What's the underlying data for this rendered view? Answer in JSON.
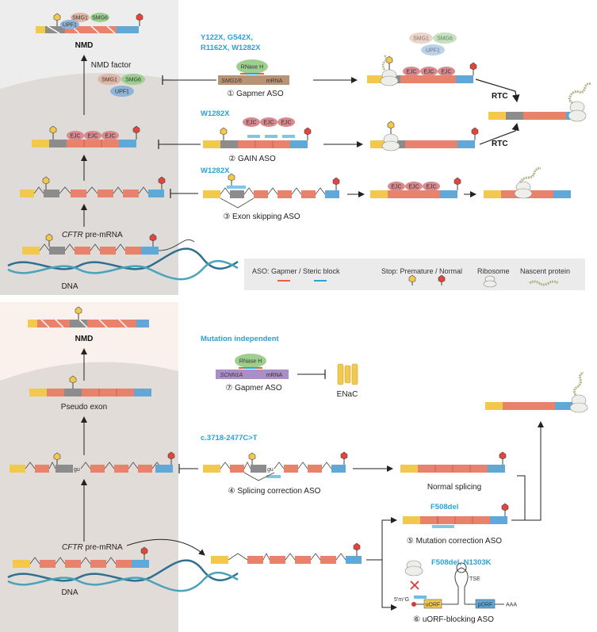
{
  "colors": {
    "yellow_exon": "#f2c94c",
    "gray_exon": "#8c8c8c",
    "orange_exon": "#e8826a",
    "blue_exon": "#5fa8d8",
    "ejc": "#d88a8e",
    "smg1": "#e0b7a6",
    "smg6": "#9ecf8f",
    "upf1": "#8fb4d8",
    "rnaseh": "#9ecf8f",
    "accent_text": "#2aa2d6",
    "top_bg": "#e6e6e6",
    "bottom_bg": "#f5ebe6"
  },
  "top": {
    "nmd_label": "NMD",
    "nmd_factor_label": "NMD factor",
    "smg1": "SMG1",
    "smg6": "SMG6",
    "upf1": "UPF1",
    "pre_mrna_label_italic": "CFTR",
    "pre_mrna_label_rest": " pre-mRNA",
    "dna_label": "DNA",
    "ejc": "EJC",
    "rtc_label": "RTC",
    "row1_mutations": "Y122X, G542X,",
    "row1_mutations_line2": "R1162X, W1282X",
    "rnaseh": "RNase H",
    "smg_target": "SMG1/6",
    "mrna": "mRNA",
    "gapmer_label": "① Gapmer ASO",
    "row2_mutations": "W1282X",
    "gain_label": "② GAIN ASO",
    "row3_mutations": "W1282X",
    "exon_skip_label": "③ Exon skipping ASO"
  },
  "legend": {
    "aso": "ASO: Gapmer / Steric block",
    "stop": "Stop: Premature / Normal",
    "ribosome": "Ribosome",
    "nascent": "Nascent protein"
  },
  "bottom": {
    "nmd_label": "NMD",
    "pseudo_exon_label": "Pseudo exon",
    "gu": "gu",
    "pre_mrna_label_italic": "CFTR",
    "pre_mrna_label_rest": " pre-mRNA",
    "dna_label": "DNA",
    "mutation_independent": "Mutation independent",
    "rnaseh": "RNase H",
    "scnn_target": "SCNN1A",
    "mrna": "mRNA",
    "gapmer7_label": "⑦ Gapmer ASO",
    "enac_label": "ENaC",
    "splice_mutation": "c.3718-2477C>T",
    "splice_correction_label": "④ Splicing correction ASO",
    "normal_splicing_label": "Normal splicing",
    "f508_mutation": "F508del",
    "mutation_correction_label": "⑤ Mutation correction ASO",
    "uorf_mutations": "F508del, N1303K",
    "tse": "TSE",
    "cap": "5′m⁷G",
    "uorf": "uORF",
    "porf": "pORF",
    "aaa": "AAA",
    "uorf_label": "⑥ uORF-blocking ASO"
  }
}
